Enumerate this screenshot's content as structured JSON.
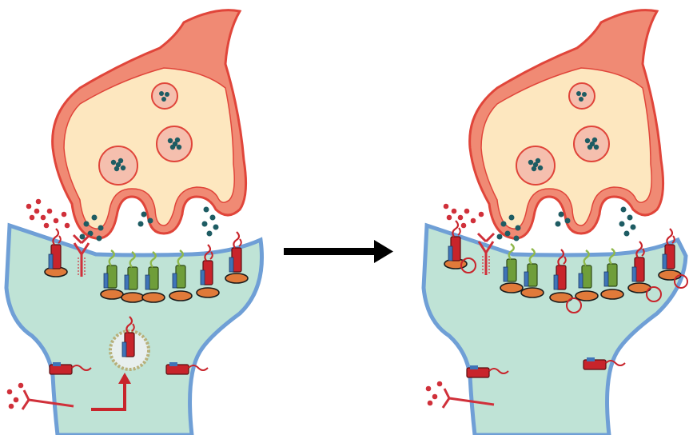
{
  "figure": {
    "panels": [
      {
        "id": "before",
        "state": "baseline synapse"
      },
      {
        "id": "after",
        "state": "synapse after transition"
      }
    ],
    "arrow": {
      "direction": "right",
      "color": "#000000"
    },
    "colors": {
      "presynaptic_fill": "#f08a74",
      "presynaptic_inner": "#fde7bf",
      "presynaptic_membrane": "#e0453a",
      "postsynaptic_fill": "#bfe3d6",
      "postsynaptic_membrane": "#6f9fd6",
      "vesicle_fill": "#f5bfae",
      "neurotransmitter": "#1e5c63",
      "red_ligand": "#d0303a",
      "receptor_red": "#c8242b",
      "receptor_green": "#6f9e3a",
      "receptor_blue": "#3f74b8",
      "scaffold_orange": "#e07a3a"
    },
    "icons": [
      "vesicle-icon",
      "receptor-icon",
      "antibody-icon",
      "endosome-icon",
      "internalization-arrow-icon"
    ]
  }
}
